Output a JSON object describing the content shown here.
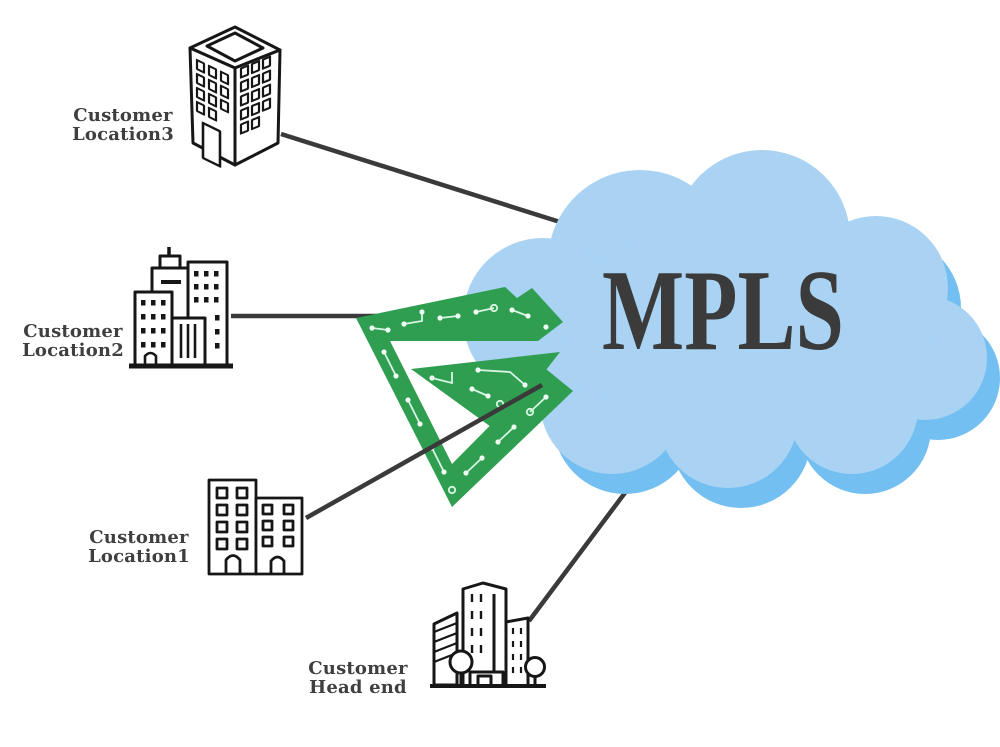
{
  "diagram": {
    "cloud": {
      "label": "MPLS"
    },
    "nodes": [
      {
        "id": "customer-location3",
        "line1": "Customer",
        "line2": "Location3"
      },
      {
        "id": "customer-location2",
        "line1": "Customer",
        "line2": "Location2"
      },
      {
        "id": "customer-location1",
        "line1": "Customer",
        "line2": "Location1"
      },
      {
        "id": "customer-head-end",
        "line1": "Customer",
        "line2": "Head end"
      }
    ],
    "connections": [
      {
        "from": "customer-location3",
        "to": "mpls-cloud"
      },
      {
        "from": "customer-location2",
        "to": "provider-logo"
      },
      {
        "from": "customer-location1",
        "to": "mpls-cloud"
      },
      {
        "from": "customer-head-end",
        "to": "mpls-cloud"
      }
    ],
    "colors": {
      "cloud_fill": "#a9d2f3",
      "cloud_shadow": "#74bff2",
      "cloud_text": "#3b3b3b",
      "logo_green": "#2f9e50",
      "logo_trace": "#d8f6e4",
      "connection_line": "#3a3a3a",
      "label_text": "#3f3f3f",
      "icon_stroke": "#161616"
    }
  }
}
